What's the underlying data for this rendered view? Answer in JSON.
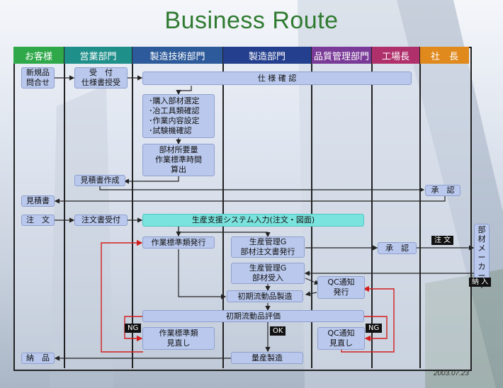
{
  "title": "Business Route",
  "date": "2003.07.23",
  "columns": [
    {
      "label": "お客様",
      "color": "#2fa84a"
    },
    {
      "label": "営業部門",
      "color": "#1f8f8a"
    },
    {
      "label": "製造技術部門",
      "color": "#2c5a9a"
    },
    {
      "label": "製造部門",
      "color": "#243f8e"
    },
    {
      "label": "品質管理部門",
      "color": "#7a3a97"
    },
    {
      "label": "工場長",
      "color": "#b0306c"
    },
    {
      "label": "社　長",
      "color": "#e08a1e"
    }
  ],
  "nodes": {
    "new_inquiry": "新規品\n問合せ",
    "receive_spec": "受　付\n仕様書授受",
    "spec_confirm": "仕 様 確 認",
    "checklist": "･購入部材選定\n･冶工具類確認\n･作業内容設定\n･試験機確認",
    "calc_time": "部材所要量\n作業標準時間\n算出",
    "make_quote": "見積書作成",
    "approval_ceo": "承　認",
    "quote": "見積書",
    "order": "注　文",
    "order_received": "注文書受付",
    "system_input": "生産支援システム入力(注文・図面)",
    "work_std_issue": "作業標準類発行",
    "prod_mgmt_order": "生産管理G\n部材注文書発行",
    "approval_plant": "承　認",
    "prod_mgmt_receive": "生産管理G\n部材受入",
    "qc_notice_issue": "QC通知\n発行",
    "initial_production": "初期流動品製造",
    "initial_eval": "初期流動品評価",
    "work_std_review": "作業標準類\n見直し",
    "qc_notice_review": "QC通知\n見直し",
    "delivery": "納　品",
    "mass_production": "量産製造",
    "material_maker": "部材メーカー"
  },
  "labels": {
    "order_to_maker": "注 文",
    "delivered": "納 入",
    "ng_left": "NG",
    "ng_right": "NG",
    "ok": "OK"
  }
}
